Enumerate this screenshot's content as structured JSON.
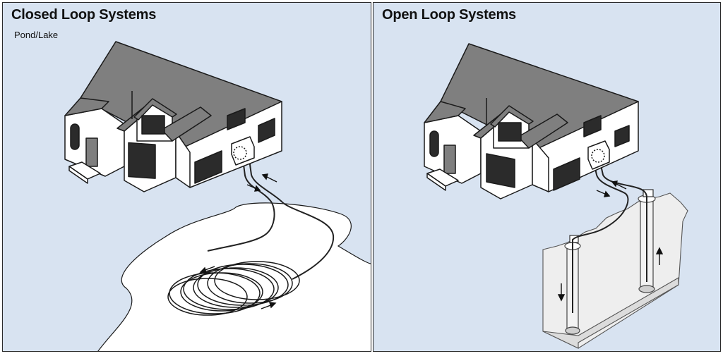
{
  "panels": [
    {
      "title": "Closed Loop Systems",
      "subtitle": "Pond/Lake"
    },
    {
      "title": "Open Loop Systems"
    }
  ],
  "colors": {
    "background": "#d8e3f1",
    "roof": "#7f7f7f",
    "wall": "#ffffff",
    "outline": "#1a1a1a",
    "window": "#2b2b2b",
    "ground": "#ffffff",
    "soil_block": "#eeeeee",
    "pipe": "#222222"
  },
  "icons": [
    "house-illustration",
    "heat-pump-unit",
    "coil-loop",
    "water-well",
    "flow-arrow"
  ]
}
